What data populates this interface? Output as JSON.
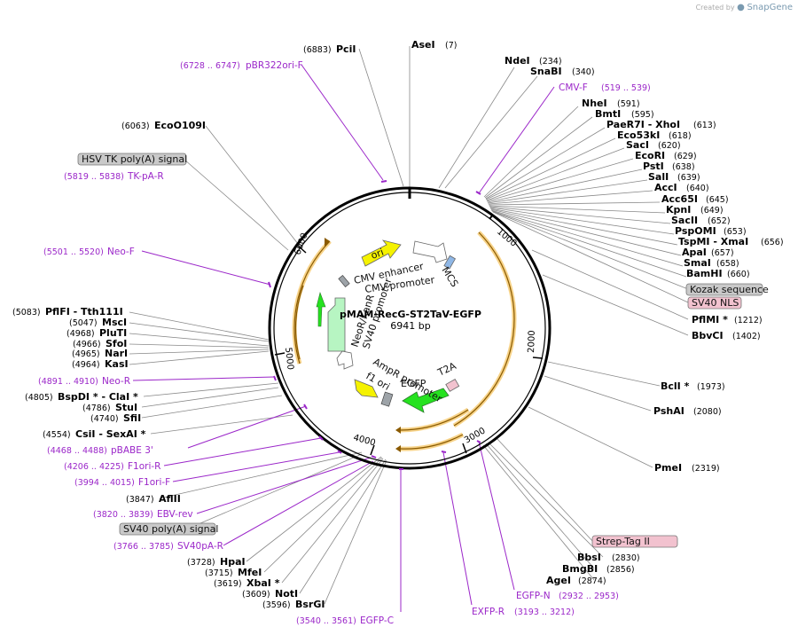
{
  "credit": {
    "text": "Created by",
    "brand": "SnapGene"
  },
  "plasmid": {
    "name": "pMAM-RecG-ST2TaV-EGFP",
    "size_label": "6941 bp",
    "length": 6941
  },
  "ticks": [
    "1000",
    "2000",
    "3000",
    "4000",
    "5000",
    "6000"
  ],
  "enzymes": [
    {
      "name": "AseI",
      "pos": "(7)"
    },
    {
      "name": "PciI",
      "pos": "(6883)"
    },
    {
      "name": "NdeI",
      "pos": "(234)"
    },
    {
      "name": "SnaBI",
      "pos": "(340)"
    },
    {
      "name": "NheI",
      "pos": "(591)"
    },
    {
      "name": "BmtI",
      "pos": "(595)"
    },
    {
      "name": "PaeR7I - XhoI",
      "pos": "(613)"
    },
    {
      "name": "Eco53kI",
      "pos": "(618)"
    },
    {
      "name": "SacI",
      "pos": "(620)"
    },
    {
      "name": "EcoRI",
      "pos": "(629)"
    },
    {
      "name": "PstI",
      "pos": "(638)"
    },
    {
      "name": "SalI",
      "pos": "(639)"
    },
    {
      "name": "AccI",
      "pos": "(640)"
    },
    {
      "name": "Acc65I",
      "pos": "(645)"
    },
    {
      "name": "KpnI",
      "pos": "(649)"
    },
    {
      "name": "SacII",
      "pos": "(652)"
    },
    {
      "name": "PspOMI",
      "pos": "(653)"
    },
    {
      "name": "TspMI - XmaI",
      "pos": "(656)"
    },
    {
      "name": "ApaI",
      "pos": "(657)"
    },
    {
      "name": "SmaI",
      "pos": "(658)"
    },
    {
      "name": "BamHI",
      "pos": "(660)"
    },
    {
      "name": "PflMI *",
      "pos": "(1212)"
    },
    {
      "name": "BbvCI",
      "pos": "(1402)"
    },
    {
      "name": "BclI *",
      "pos": "(1973)"
    },
    {
      "name": "PshAI",
      "pos": "(2080)"
    },
    {
      "name": "PmeI",
      "pos": "(2319)"
    },
    {
      "name": "BbsI",
      "pos": "(2830)"
    },
    {
      "name": "BmgBI",
      "pos": "(2856)"
    },
    {
      "name": "AgeI",
      "pos": "(2874)"
    },
    {
      "name": "EcoO109I",
      "pos": "(6063)"
    },
    {
      "name": "PflFI - Tth111I",
      "pos": "(5083)"
    },
    {
      "name": "MscI",
      "pos": "(5047)"
    },
    {
      "name": "PluTI",
      "pos": "(4968)"
    },
    {
      "name": "SfoI",
      "pos": "(4966)"
    },
    {
      "name": "NarI",
      "pos": "(4965)"
    },
    {
      "name": "KasI",
      "pos": "(4964)"
    },
    {
      "name": "BspDI * - ClaI *",
      "pos": "(4805)"
    },
    {
      "name": "StuI",
      "pos": "(4786)"
    },
    {
      "name": "SfiI",
      "pos": "(4740)"
    },
    {
      "name": "CsiI - SexAI *",
      "pos": "(4554)"
    },
    {
      "name": "AflII",
      "pos": "(3847)"
    },
    {
      "name": "HpaI",
      "pos": "(3728)"
    },
    {
      "name": "MfeI",
      "pos": "(3715)"
    },
    {
      "name": "XbaI *",
      "pos": "(3619)"
    },
    {
      "name": "NotI",
      "pos": "(3609)"
    },
    {
      "name": "BsrGI",
      "pos": "(3596)"
    }
  ],
  "primers": [
    {
      "name": "pBR322ori-F",
      "range": "(6728 .. 6747)"
    },
    {
      "name": "CMV-F",
      "range": "(519 .. 539)"
    },
    {
      "name": "TK-pA-R",
      "range": "(5819 .. 5838)"
    },
    {
      "name": "Neo-F",
      "range": "(5501 .. 5520)"
    },
    {
      "name": "Neo-R",
      "range": "(4891 .. 4910)"
    },
    {
      "name": "pBABE 3'",
      "range": "(4468 .. 4488)"
    },
    {
      "name": "F1ori-R",
      "range": "(4206 .. 4225)"
    },
    {
      "name": "F1ori-F",
      "range": "(3994 .. 4015)"
    },
    {
      "name": "EBV-rev",
      "range": "(3820 .. 3839)"
    },
    {
      "name": "SV40pA-R",
      "range": "(3766 .. 3785)"
    },
    {
      "name": "EGFP-C",
      "range": "(3540 .. 3561)"
    },
    {
      "name": "EXFP-R",
      "range": "(3193 .. 3212)"
    },
    {
      "name": "EGFP-N",
      "range": "(2932 .. 2953)"
    }
  ],
  "boxed_features": [
    "Kozak sequence",
    "SV40 NLS",
    "Strep-Tag II",
    "HSV TK poly(A) signal",
    "SV40 poly(A) signal"
  ],
  "inner_features": [
    "ori",
    "CMV enhancer",
    "CMV promoter",
    "MCS",
    "SV40 promoter",
    "NeoR/KanR",
    "AmpR promoter",
    "f1 ori",
    "EGFP",
    "T2A"
  ],
  "colors": {
    "primer": "#9b27c9",
    "orf": "#f2b53a",
    "ori": "#f5f200",
    "promoter_white": "#ffffff",
    "neo": "#b7f5c2",
    "egfp": "#25e21f",
    "gray_box": "#c9c9c9",
    "pink_box": "#f2c2cf"
  }
}
